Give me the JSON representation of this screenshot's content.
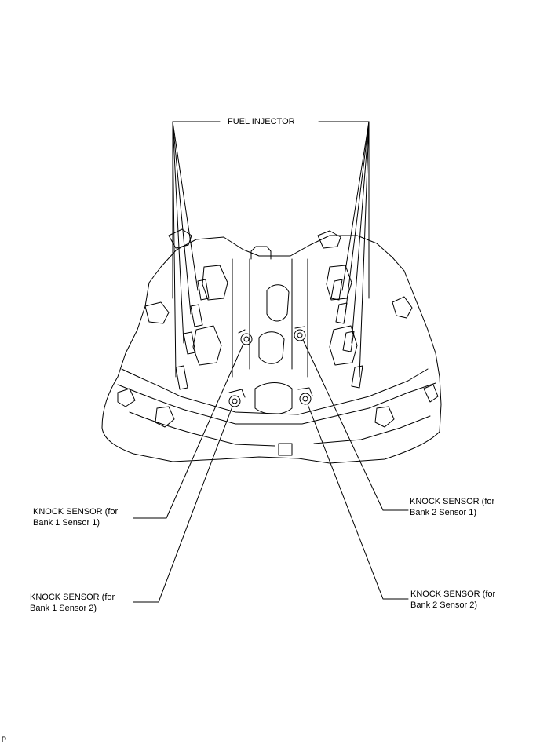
{
  "labels": {
    "fuel_injector": "FUEL INJECTOR",
    "knock_b1s1": {
      "line1": "KNOCK SENSOR (for",
      "line2": "Bank 1 Sensor 1)"
    },
    "knock_b1s2": {
      "line1": "KNOCK SENSOR (for",
      "line2": "Bank 1 Sensor 2)"
    },
    "knock_b2s1": {
      "line1": "KNOCK SENSOR (for",
      "line2": "Bank 2 Sensor 1)"
    },
    "knock_b2s2": {
      "line1": "KNOCK SENSOR (for",
      "line2": "Bank 2 Sensor 2)"
    }
  },
  "corner_mark": "P",
  "colors": {
    "line": "#000000",
    "background": "#ffffff"
  }
}
